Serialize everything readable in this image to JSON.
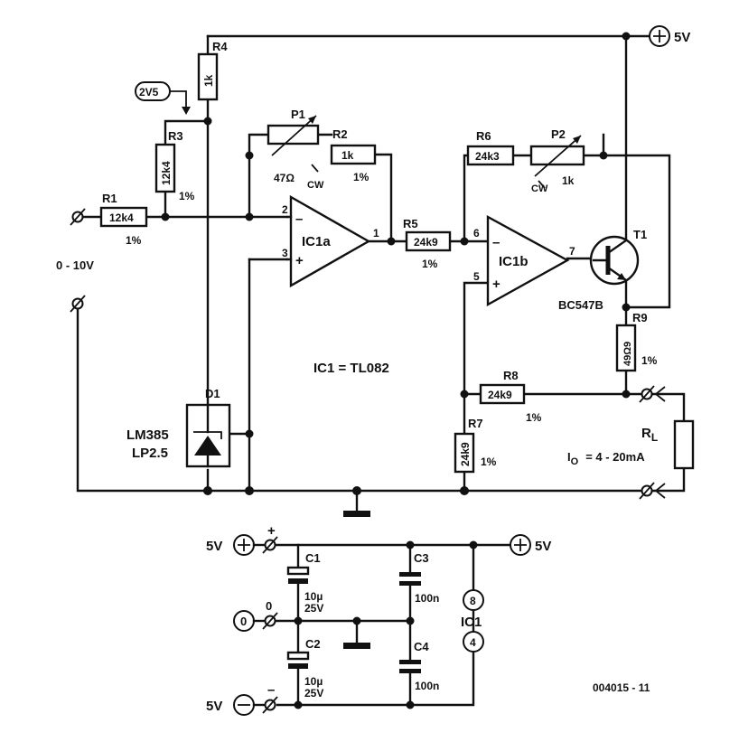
{
  "supply": {
    "top": "5V",
    "rail_pos_left": "5V",
    "rail_pos_right": "5V",
    "rail_zero": "0",
    "rail_neg": "5V",
    "plus_mark": "+",
    "zero_mark": "0",
    "minus_mark": "–"
  },
  "input": {
    "label": "0 - 10V"
  },
  "reference": {
    "label": "2V5"
  },
  "ic": {
    "note": "IC1 = TL082",
    "a": "IC1a",
    "b": "IC1b",
    "pins": {
      "p1": "1",
      "p2": "2",
      "p3": "3",
      "p5": "5",
      "p6": "6",
      "p7": "7"
    },
    "plus": "+",
    "minus": "–",
    "supply_name": "IC1",
    "supply_pin_top": "8",
    "supply_pin_bottom": "4"
  },
  "components": {
    "R1": {
      "name": "R1",
      "value": "12k4",
      "tol": "1%"
    },
    "R2": {
      "name": "R2",
      "value": "1k",
      "tol": "1%"
    },
    "R3": {
      "name": "R3",
      "value": "12k4",
      "tol": "1%"
    },
    "R4": {
      "name": "R4",
      "value": "1k"
    },
    "R5": {
      "name": "R5",
      "value": "24k9",
      "tol": "1%"
    },
    "R6": {
      "name": "R6",
      "value": "24k3"
    },
    "R7": {
      "name": "R7",
      "value": "24k9",
      "tol": "1%"
    },
    "R8": {
      "name": "R8",
      "value": "24k9",
      "tol": "1%"
    },
    "R9": {
      "name": "R9",
      "value": "49Ω9",
      "tol": "1%"
    },
    "P1": {
      "name": "P1",
      "value": "47Ω",
      "dir": "CW"
    },
    "P2": {
      "name": "P2",
      "value": "1k",
      "dir": "CW"
    },
    "T1": {
      "name": "T1",
      "type": "BC547B"
    },
    "D1": {
      "name": "D1",
      "type_line1": "LM385",
      "type_line2": "LP2.5"
    },
    "C1": {
      "name": "C1",
      "value": "10µ",
      "voltage": "25V"
    },
    "C2": {
      "name": "C2",
      "value": "10µ",
      "voltage": "25V"
    },
    "C3": {
      "name": "C3",
      "value": "100n"
    },
    "C4": {
      "name": "C4",
      "value": "100n"
    }
  },
  "load": {
    "name": "R",
    "name_sub": "L",
    "current_sym": "I",
    "current_sub": "O",
    "current_range": "= 4 - 20mA"
  },
  "figure_id": "004015 - 11"
}
